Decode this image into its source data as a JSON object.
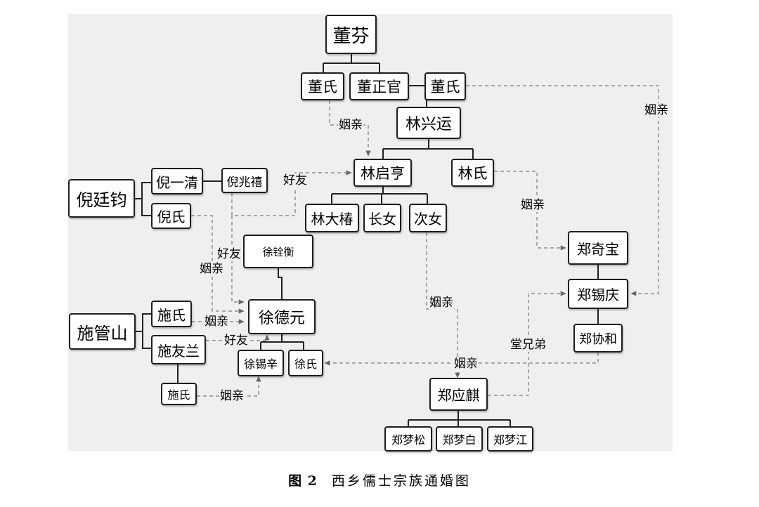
{
  "nodes": {
    "dong_fen": "董芬",
    "dong_shi_left": "董氏",
    "dong_zhengguan": "董正官",
    "dong_shi_right": "董氏",
    "lin_xingyun": "林兴运",
    "lin_qiheng": "林启亨",
    "lin_shi": "林氏",
    "lin_dachun": "林大椿",
    "zhang_nv": "长女",
    "ci_nv": "次女",
    "ni_tingjun": "倪廷钧",
    "ni_yiqing": "倪一清",
    "ni_zhaoxi": "倪兆禧",
    "ni_shi": "倪氏",
    "xu_quanheng": "徐铨衡",
    "xu_deyuan": "徐德元",
    "xu_xixin": "徐锡辛",
    "xu_shi": "徐氏",
    "shi_guanshan": "施管山",
    "shi_shi_top": "施氏",
    "shi_youlan": "施友兰",
    "shi_shi_bottom": "施氏",
    "zheng_qibao": "郑奇宝",
    "zheng_xiqing": "郑锡庆",
    "zheng_xiehe": "郑协和",
    "zheng_yingqi": "郑应麒",
    "zheng_mengsong": "郑梦松",
    "zheng_mengbai": "郑梦白",
    "zheng_mengjiang": "郑梦江"
  },
  "relation_labels": {
    "yinqin_dong_lin": "姻亲",
    "yinqin_dong_zheng": "姻亲",
    "haoyou_ni_lin": "好友",
    "yinqin_lin_zheng": "姻亲",
    "haoyou_ni_xu": "好友",
    "yinqin_ni_xu": "姻亲",
    "yinqin_cinv_zheng": "姻亲",
    "yinqin_shi_xu": "姻亲",
    "haoyou_shi_xu": "好友",
    "tangxiongdi": "堂兄弟",
    "yinqin_zheng_xu": "姻亲",
    "yinqin_shi_xixin": "姻亲"
  },
  "caption": {
    "figure_number": "图 2",
    "title": "西乡儒士宗族通婚图"
  }
}
